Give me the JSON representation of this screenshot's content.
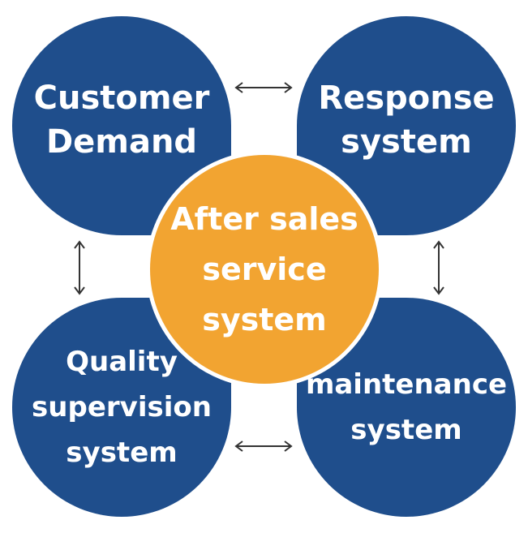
{
  "diagram": {
    "center_label": "After sales\nservice\nsystem",
    "nodes": {
      "top_left": "Customer\nDemand",
      "top_right": "Response\nsystem",
      "bottom_left": "Quality\nsupervision\nsystem",
      "bottom_right": "maintenance\nsystem"
    },
    "colors": {
      "node_fill": "#1f4e8c",
      "center_fill": "#f2a431",
      "text": "#ffffff",
      "arrow": "#333333"
    },
    "connectors": [
      {
        "from": "top_left",
        "to": "top_right",
        "style": "double-arrow"
      },
      {
        "from": "top_left",
        "to": "bottom_left",
        "style": "double-arrow"
      },
      {
        "from": "top_right",
        "to": "bottom_right",
        "style": "double-arrow"
      },
      {
        "from": "bottom_left",
        "to": "bottom_right",
        "style": "double-arrow"
      }
    ]
  }
}
